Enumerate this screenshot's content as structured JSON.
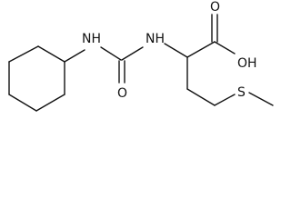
{
  "molecule": {
    "atoms": {
      "nh_left": "NH",
      "nh_right": "NH",
      "oxygen_carbonyl": "O",
      "hydroxyl": "OH",
      "sulfur": "S"
    }
  }
}
